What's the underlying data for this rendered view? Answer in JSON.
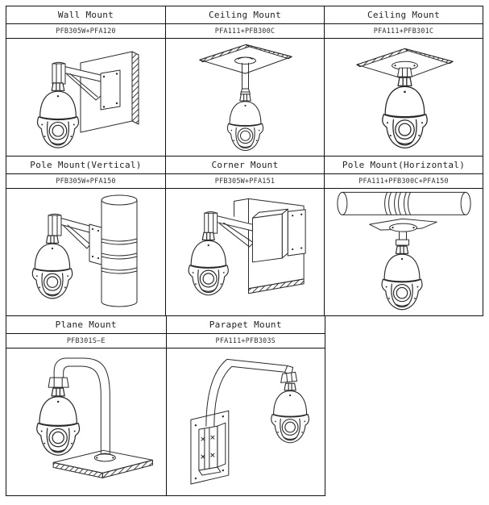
{
  "page": {
    "background": "#ffffff",
    "line_color": "#2a2a2a",
    "description": "Camera mounting options diagram table"
  },
  "table": {
    "rows": [
      {
        "cells": [
          {
            "title": "Wall Mount",
            "part": "PFB305W+PFA120",
            "drawing": "wall-mount"
          },
          {
            "title": "Ceiling Mount",
            "part": "PFA111+PFB300C",
            "drawing": "ceiling-mount-pendant"
          },
          {
            "title": "Ceiling Mount",
            "part": "PFA111+PFB301C",
            "drawing": "ceiling-mount-direct"
          }
        ]
      },
      {
        "cells": [
          {
            "title": "Pole Mount(Vertical)",
            "part": "PFB305W+PFA150",
            "drawing": "pole-mount-vertical"
          },
          {
            "title": "Corner Mount",
            "part": "PFB305W+PFA151",
            "drawing": "corner-mount"
          },
          {
            "title": "Pole Mount(Horizontal)",
            "part": "PFA111+PFB300C+PFA150",
            "drawing": "pole-mount-horizontal"
          }
        ]
      },
      {
        "cells": [
          {
            "title": "Plane Mount",
            "part": "PFB301S–E",
            "drawing": "plane-mount"
          },
          {
            "title": "Parapet Mount",
            "part": "PFA111+PFB303S",
            "drawing": "parapet-mount"
          }
        ]
      }
    ]
  }
}
